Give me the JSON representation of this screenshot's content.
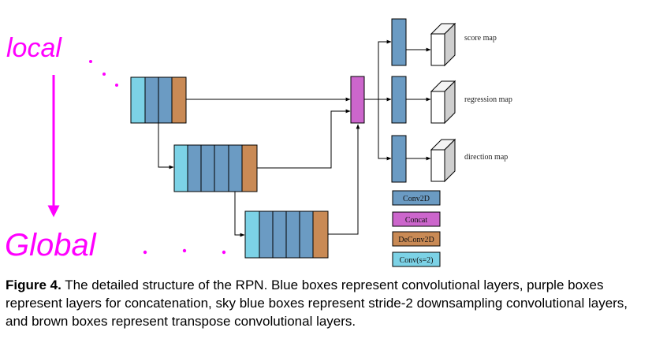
{
  "annotations": {
    "local": "local",
    "global": "Global"
  },
  "outputs": {
    "score": "score map",
    "regression": "regression map",
    "direction": "direction map"
  },
  "legend": [
    {
      "label": "Conv2D",
      "color": "#6b9bc3"
    },
    {
      "label": "Concat",
      "color": "#cc66cc"
    },
    {
      "label": "DeConv2D",
      "color": "#c98a55"
    },
    {
      "label": "Conv(s=2)",
      "color": "#7cd2e6"
    }
  ],
  "colors": {
    "conv": "#6b9bc3",
    "concat": "#cc66cc",
    "deconv": "#c98a55",
    "stride2": "#7cd2e6",
    "annotation": "#ff00ff"
  },
  "caption": {
    "label": "Figure 4.",
    "text": " The detailed structure of the RPN. Blue boxes represent convolutional layers, purple boxes represent layers for concatenation, sky blue boxes represent stride-2 downsampling convolutional layers, and brown boxes represent transpose convolutional layers."
  }
}
